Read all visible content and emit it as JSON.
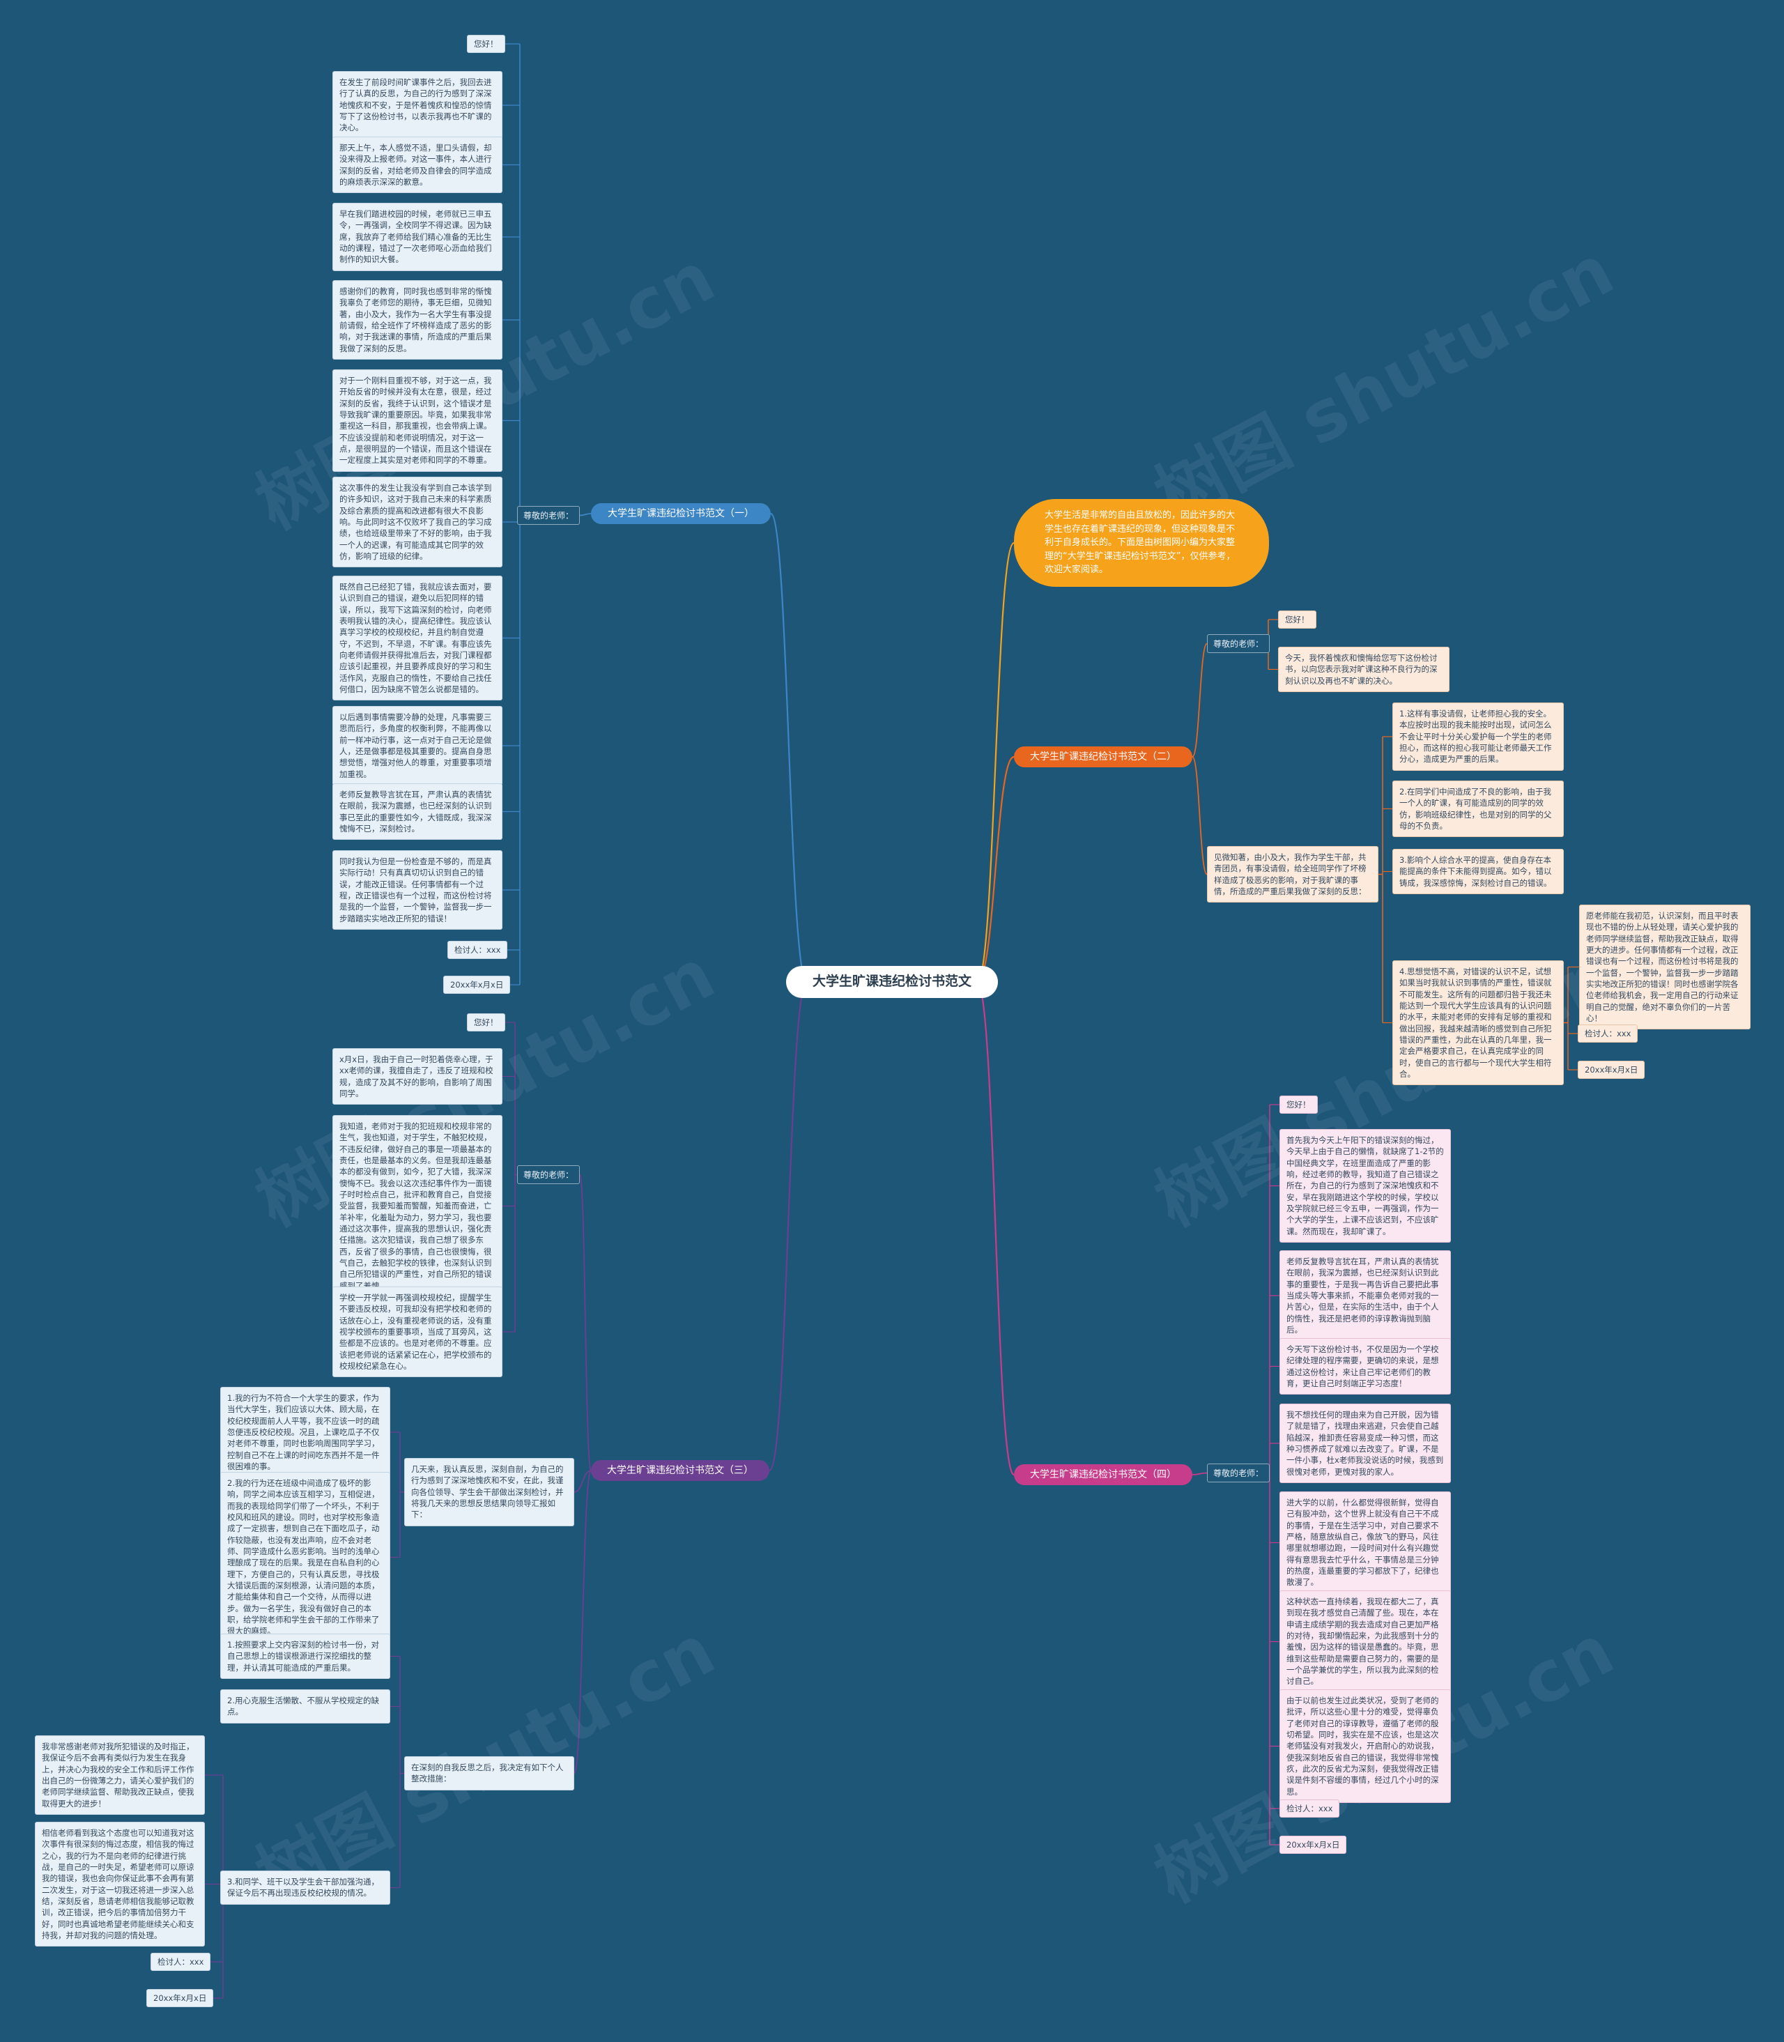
{
  "watermark": "树图 shutu.cn",
  "root": {
    "title": "大学生旷课违纪检讨书范文"
  },
  "intro": "大学生活是非常的自由且放松的，因此许多的大学生也存在着旷课违纪的现象，但这种现象是不利于自身成长的。下面是由树图网小编为大家整理的“大学生旷课违纪检讨书范文”，仅供参考，欢迎大家阅读。",
  "colors": {
    "background": "#1e5678",
    "branch1": "#3d86c6",
    "branch2": "#e9661f",
    "branch3": "#6b3f91",
    "branch4": "#c83c8c",
    "intro": "#f7a21b"
  },
  "branch1": {
    "label": "大学生旷课违纪检讨书范文（一）",
    "salutation": "尊敬的老师：",
    "greeting": "您好！",
    "paragraphs": [
      "在发生了前段时间旷课事件之后，我回去进行了认真的反思，为自己的行为感到了深深地愧疚和不安，于是怀着愧疚和惶恐的惊情写下了这份检讨书，以表示我再也不旷课的决心。",
      "那天上午，本人感觉不适，里口头请假，却没来得及上报老师。对这一事件，本人进行深刻的反省，对给老师及自律会的同学造成的麻烦表示深深的歉意。",
      "早在我们踏进校园的时候，老师就已三申五令，一再强调，全校同学不得迟课。因为缺席，我放弃了老师给我们精心准备的无比生动的课程，错过了一次老师呕心沥血给我们制作的知识大餐。",
      "感谢你们的教育，同时我也感到非常的惭愧我辜负了老师您的期待，事无巨细，见微知著，由小及大，我作为一名大学生有事没提前请假，给全班作了坏榜样造成了恶劣的影响，对于我迷课的事情，所造成的严重后果我做了深刻的反思。",
      "对于一个刚料目重视不够，对于这一点，我开始反省的时候并没有太在意，很是，经过深刻的反省，我终于认识到，这个错误才是导致我旷课的重要原因。毕竟，如果我非常重视这一科目，那我重视，也会带病上课。不应该没提前和老师说明情况，对于这一点，是很明显的一个错误，而且这个错误在一定程度上其实是对老师和同学的不尊重。",
      "这次事件的发生让我没有学到自己本该学到的许多知识，这对于我自己未来的科学素质及综合素质的提高和改进都有很大不良影响。与此同时这不仅败坏了我自己的学习成绩，也给班级里带来了不好的影响，由于我一个人的迟课，有可能造成其它同学的效仿，影响了班级的纪律。",
      "既然自己已经犯了错，我就应该去面对，要认识到自己的错误，避免以后犯同样的错误，所以，我写下这篇深刻的检讨，向老师表明我认错的决心，提高纪律性。我应该认真学习学校的校规校纪，并且约制自觉遵守，不迟到，不早退，不旷课。有事应该先向老师请假并获得批准后去，对我门课程都应该引起重视，并且要养成良好的学习和生活作风，克服自己的惰性，不要给自己找任何借口，因为缺席不管怎么说都是错的。",
      "以后遇到事情需要冷静的处理，凡事需要三思而后行，多角度的权衡利弊，不能再像以前一样冲动行事，这一点对于自己无论是做人，还是做事都是极其重要的。提高自身思想觉悟，增强对他人的尊重，对重要事项增加重视。",
      "老师反复教导言犹在耳，严肃认真的表情犹在眼前，我深为震撼，也已经深刻的认识到事已至此的重要性如今，大错既成，我深深愧悔不已，深刻检讨。",
      "同时我认为但是一份检查是不够的，而是真实际行动！只有真真切切认识到自己的错误，才能改正错误。任何事情都有一个过程，改正错误也有一个过程，而这份检讨将是我的一个监督，一个警钟，监督我一步一步踏踏实实地改正所犯的错误！"
    ],
    "signer": "检讨人：xxx",
    "date": "20xx年x月x日"
  },
  "branch2": {
    "label": "大学生旷课违纪检讨书范文（二）",
    "salutation": "尊敬的老师：",
    "greeting": "您好！",
    "opening": "今天，我怀着愧疚和懊悔给您写下这份检讨书，以向您表示我对旷课这种不良行为的深刻认识以及再也不旷课的决心。",
    "summary": "见微知著，由小及大，我作为学生干部，共青团员，有事没请假，给全班同学作了坏榜样造成了极恶劣的影响，对于我旷课的事情，所造成的严重后果我做了深刻的反思：",
    "points": [
      "1.这样有事没请假，让老师担心我的安全。本应按时出现的我未能按时出现，试问怎么不会让平时十分关心爱护每一个学生的老师担心，而这样的担心我可能让老师最天工作分心，造成更为严重的后果。",
      "2.在同学们中间造成了不良的影响，由于我一个人的旷课，有可能造成别的同学的效仿，影响班级纪律性，也是对别的同学的父母的不负责。",
      "3.影响个人综合水平的提高，使自身存在本能提高的条件下未能得到提高。如今，错以铸成，我深感惊悔，深刻检讨自己的错误。",
      "4.思想觉悟不高，对错误的认识不足，试想如果当时我就认识到事情的严重性，错误就不可能发生。这所有的问题都归咎于我还未能达到一个现代大学生应该具有的认识问题的水平，未能对老师的安排有足够的重视和做出回报，我越来越清晰的感觉到自己所犯错误的严重性，为此在认真的几年里，我一定会严格要求自己，在认真完成学业的同时，使自己的言行都与一个现代大学生相符合。"
    ],
    "closing": "愿老师能在我初范，认识深刻，而且平时表现也不错的份上从轻处理，请关心爱护我的老师同学继续监督，帮助我改正缺点，取得更大的进步。任何事情都有一个过程，改正错误也有一个过程，而这份检讨书将是我的一个监督，一个警钟，监督我一步一步踏踏实实地改正所犯的错误！同时也感谢学院各位老师给我机会，我一定用自己的行动来证明自己的觉醒，绝对不辜负你们的一片苦心！",
    "signer": "检讨人：xxx",
    "date": "20xx年x月x日"
  },
  "branch3": {
    "label": "大学生旷课违纪检讨书范文（三）",
    "salutation": "尊敬的老师：",
    "greeting": "您好！",
    "paragraphs": [
      "x月x日，我由于自己一时犯着侥幸心理，于xx老师的课，我擅自走了，违反了班规和校规，造成了及其不好的影响，自影响了周围同学。",
      "我知道，老师对于我的犯班规和校规非常的生气，我也知道，对于学生，不触犯校规，不违反纪律，做好自己的事是一项最基本的责任，也是最基本的义务。但是我却连最基本的都没有做到，如今，犯了大错，我深深懊悔不已。我会以这次违纪事件作为一面镜子时时检点自己，批评和教育自己，自觉接受监督，我要知羞而警醒，知羞而奋进，亡羊补牢，化羞耻为动力，努力学习，我也要通过这次事件，提高我的思想认识，强化责任措施。这次犯错误，我自己想了很多东西，反省了很多的事情，自己也很懊悔，很气自己，去触犯学校的铁律，也深刻认识到自己所犯错误的严重性，对自己所犯的错误感到了羞愧。",
      "学校一开学就一再强调校规校纪，提醒学生不要违反校规，可我却没有把学校和老师的话放在心上，没有重视老师说的话，没有重视学校颁布的重要事项，当成了耳旁风，这些都是不应该的。也是对老师的不尊重。应该把老师说的话紧紧记在心，把学校颁布的校规校纪紧急在心。"
    ],
    "reflection": "几天来，我认真反思，深刻自剖，为自己的行为感到了深深地愧疚和不安，在此，我谨向各位领导、学生会干部做出深刻检讨，并将我几天来的思想反思结果向领导汇报如下：",
    "reflection_items": [
      "1.我的行为不符合一个大学生的要求，作为当代大学生，我们应该以大体、顾大局，在校纪校规面前人人平等，我不应该一时的疏忽便违反校纪校规。况且，上课吃瓜子不仅对老师不尊重，同时也影响周围同学学习，控制自己不在上课的时间吃东西并不是一件很困难的事。",
      "2.我的行为还在班级中间造成了极坏的影响，同学之间本应该互相学习，互相促进，而我的表现给同学们带了一个坏头，不利于校风和班风的建设。同时，也对学校形象造成了一定损害，想到自己在下面吃瓜子，动作较隐蔽，也没有发出声响，应不会对老师、同学造成什么恶劣影响。当时的浅单心理酿成了现在的后果。我是在自私自利的心理下，方便自己的，只有认真反思，寻找极大错误后面的深刻根源，认清问题的本质，才能给集体和自己一个交待，从而得以进步。做为一名学生，我没有做好自己的本职，给学院老师和学生会干部的工作带来了很大的麻烦。"
    ],
    "decision": "在深刻的自我反思之后，我决定有如下个人整改措施：",
    "decision_items": [
      "1.按照要求上交内容深刻的检讨书一份，对自己思想上的错误根源进行深挖细找的整理，并认清其可能造成的严重后果。",
      "2.用心克服生活懒散、不服从学校规定的缺点。",
      "3.和同学、班干以及学生会干部加强沟通，保证今后不再出现违反校纪校规的情况。"
    ],
    "trailing": [
      "我非常感谢老师对我所犯错误的及时指正，我保证今后不会再有类似行为发生在我身上，并决心为我校的安全工作和后评工作作出自己的一份微薄之力，请关心爱护我们的老师同学继续监督、帮助我改正缺点，使我取得更大的进步！",
      "相信老师看到我这个态度也可以知道我对这次事件有很深刻的悔过态度，相信我的悔过之心，我的行为不是向老师的纪律进行挑战，是自己的一时失足，希望老师可以原谅我的错误，我也会向你保证此事不会再有第二次发生，对于这一切我还将进一步深入总结，深刻反省，恳请老师相信我能够记取教训，改正错误，把今后的事情加倍努力干好，同时也真诚地希望老师能继续关心和支持我，并却对我的问题的情处理。"
    ],
    "signer": "检讨人：xxx",
    "date": "20xx年x月x日"
  },
  "branch4": {
    "label": "大学生旷课违纪检讨书范文（四）",
    "salutation": "尊敬的老师：",
    "greeting": "您好！",
    "paragraphs": [
      "首先我为今天上午阳下的错误深刻的悔过，今天早上由于自己的懒惰，就缺席了1-2节的中国经典文学，在班里面造成了严重的影响，经过老师的教导，我知道了自己错误之所在，为自己的行为感到了深深地愧疚和不安，早在我刚踏进这个学校的时候，学校以及学院就已经三令五申，一再强调，作为一个大学的学生，上课不应该迟到，不应该旷课。然而现在，我却旷课了。",
      "老师反复教导言犹在耳，严肃认真的表情犹在眼前，我深为震撼，也已经深刻认识到此事的重要性，于是我一再告诉自己要把此事当成头等大事来抓，不能辜负老师对我的一片苦心，但是，在实际的生活中，由于个人的惰性，我还是把老师的谆谆教诲抛到脑后。",
      "今天写下这份检讨书，不仅是因为一个学校纪律处理的程序需要，更确切的来说，是想通过这份检讨，来让自己牢记老师们的教育，更让自己时刻端正学习态度！",
      "我不想找任何的理由来为自己开脱，因为错了就是错了，找理由来逃避，只会使自己越陷越深，推卸责任容易变成一种习惯，而这种习惯养成了就难以去改变了。旷课，不是一件小事，杜x老师我没说话的时候，我感到很愧对老师，更愧对我的家人。",
      "进大学的以前，什么都觉得很新鲜，觉得自己有股冲劲，这个世界上就没有自己干不成的事情，于是在生活学习中，对自己要求不严格，随意放纵自己，像放飞的野马，风往哪里就想哪边跑，一段时间对什么有兴趣觉得有意思我去忙乎什么，干事情总是三分钟的热度，连最重要的学习都放下了，纪律也散漫了。",
      "这种状态一直持续着，我现在都大二了，真到现在我才感觉自己清醒了些。现在，本在申请主成绩学期的我去造成对自己更加严格的对待，我却懒惰起来，为此我感到十分的羞愧，因为这样的错误是愚蠢的。毕竟，思维到这些帮助是需要自己努力的，需要的是一个品学兼优的学生，所以我为此深刻的检讨自己。",
      "由于以前也发生过此类状况，受到了老师的批评，所以这些心里十分的难受，觉得辜负了老师对自己的谆谆教导，遵循了老师的殷切希望。同时，我实在是不应该，也是这次老师猛没有对我发火，开启耐心的劝说我，使我深刻地反省自己的错误，我觉得非常愧疚，此次的反省尤为深刻，使我觉得改正错误是件刻不容缓的事情，经过几个小时的深思。"
    ],
    "signer": "检讨人：xxx",
    "date": "20xx年x月x日"
  }
}
